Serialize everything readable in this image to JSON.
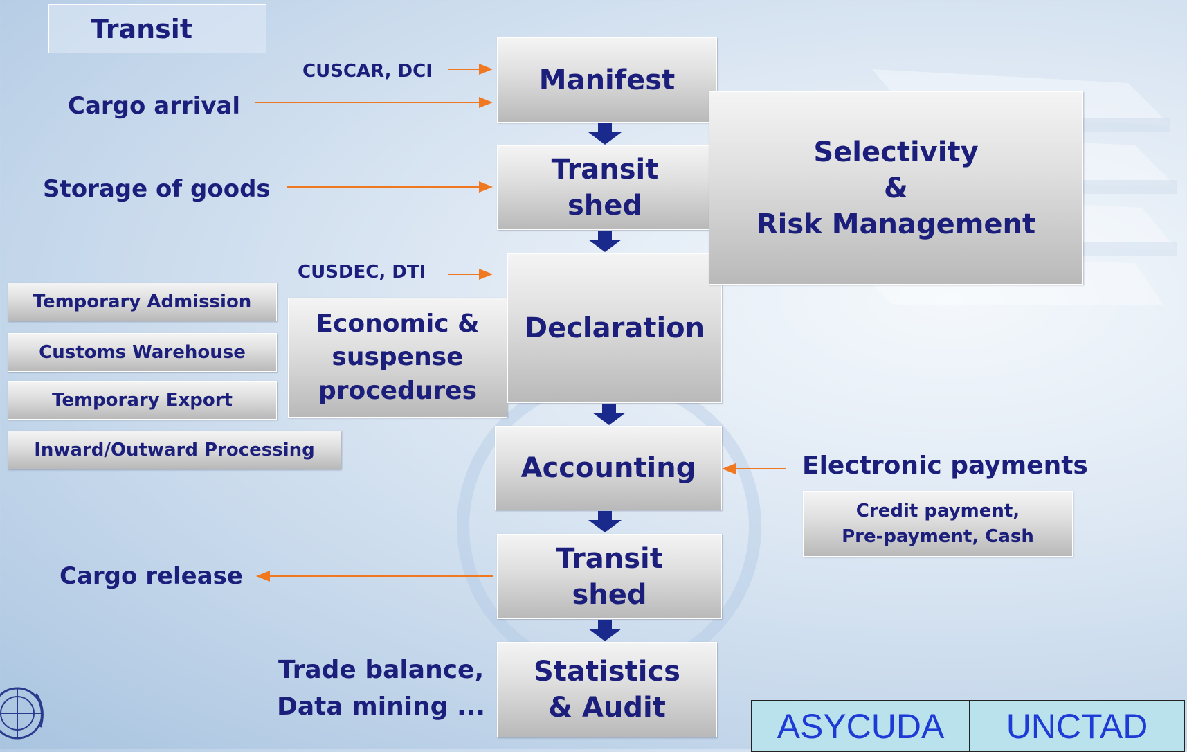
{
  "transit_tag": "Transit",
  "left_labels": {
    "cuscar": "CUSCAR, DCI",
    "cargo_arrival": "Cargo arrival",
    "storage": "Storage of goods",
    "cusdec": "CUSDEC,  DTI",
    "cargo_release": "Cargo release",
    "trade_balance_1": "Trade balance,",
    "trade_balance_2": "Data mining ..."
  },
  "flow": {
    "manifest": "Manifest",
    "transit_shed_1a": "Transit",
    "transit_shed_1b": "shed",
    "declaration": "Declaration",
    "accounting": "Accounting",
    "transit_shed_2a": "Transit",
    "transit_shed_2b": "shed",
    "statistics_a": "Statistics",
    "statistics_b": "& Audit"
  },
  "selectivity": {
    "line1": "Selectivity",
    "line2": "&",
    "line3": "Risk Management"
  },
  "economic": {
    "line1": "Economic &",
    "line2": "suspense",
    "line3": "procedures"
  },
  "procedures": [
    "Temporary Admission",
    "Customs Warehouse",
    "Temporary Export",
    "Inward/Outward Processing"
  ],
  "payments": {
    "title": "Electronic payments",
    "line1": "Credit payment,",
    "line2": "Pre-payment, Cash"
  },
  "branding": {
    "left": "ASYCUDA",
    "right": "UNCTAD"
  },
  "colors": {
    "text": "#1b1e7a",
    "arrow_orange": "#f07820",
    "flow_arrow": "#1a2a8c"
  }
}
